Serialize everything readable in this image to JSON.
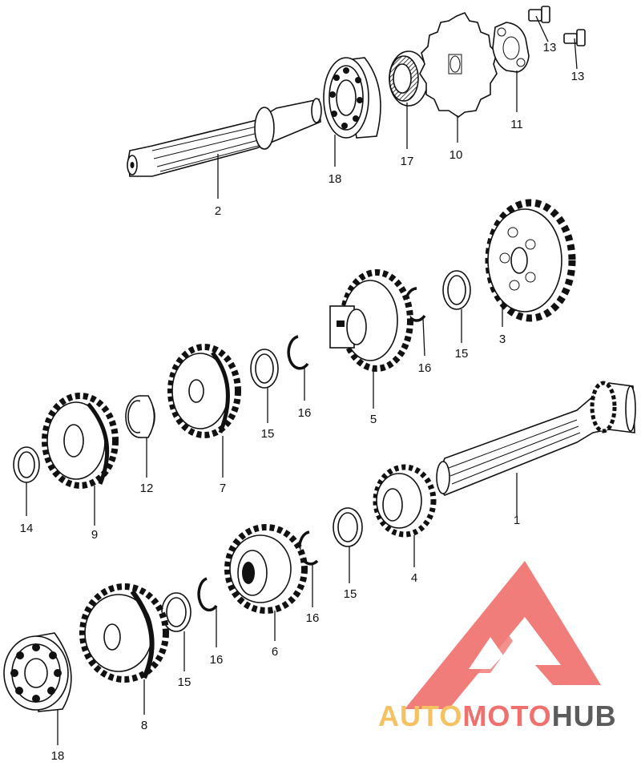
{
  "diagram": {
    "parts": [
      {
        "ref": "shaft-main",
        "number": "2"
      },
      {
        "ref": "bearing-top",
        "number": "18"
      },
      {
        "ref": "oil-seal",
        "number": "17"
      },
      {
        "ref": "sprocket",
        "number": "10"
      },
      {
        "ref": "sprocket-plate",
        "number": "11"
      },
      {
        "ref": "bolt-a",
        "number": "13"
      },
      {
        "ref": "bolt-b",
        "number": "13"
      },
      {
        "ref": "gear-3",
        "number": "3"
      },
      {
        "ref": "washer-15-a",
        "number": "15"
      },
      {
        "ref": "circlip-16-a",
        "number": "16"
      },
      {
        "ref": "gear-5",
        "number": "5"
      },
      {
        "ref": "circlip-16-b",
        "number": "16"
      },
      {
        "ref": "washer-15-b",
        "number": "15"
      },
      {
        "ref": "gear-7",
        "number": "7"
      },
      {
        "ref": "bushing-12",
        "number": "12"
      },
      {
        "ref": "gear-9",
        "number": "9"
      },
      {
        "ref": "washer-14",
        "number": "14"
      },
      {
        "ref": "countershaft",
        "number": "1"
      },
      {
        "ref": "gear-4",
        "number": "4"
      },
      {
        "ref": "washer-15-c",
        "number": "15"
      },
      {
        "ref": "circlip-16-c",
        "number": "16"
      },
      {
        "ref": "gear-6",
        "number": "6"
      },
      {
        "ref": "circlip-16-d",
        "number": "16"
      },
      {
        "ref": "washer-15-d",
        "number": "15"
      },
      {
        "ref": "gear-8",
        "number": "8"
      },
      {
        "ref": "bearing-bottom",
        "number": "18"
      }
    ]
  },
  "watermark": {
    "brand_part_1": "AUTO",
    "brand_part_2": "MOTO",
    "brand_part_3": "HUB",
    "color_red": "#f0706d",
    "color_orange": "#f5c163",
    "color_gray": "#5c5c5c"
  }
}
